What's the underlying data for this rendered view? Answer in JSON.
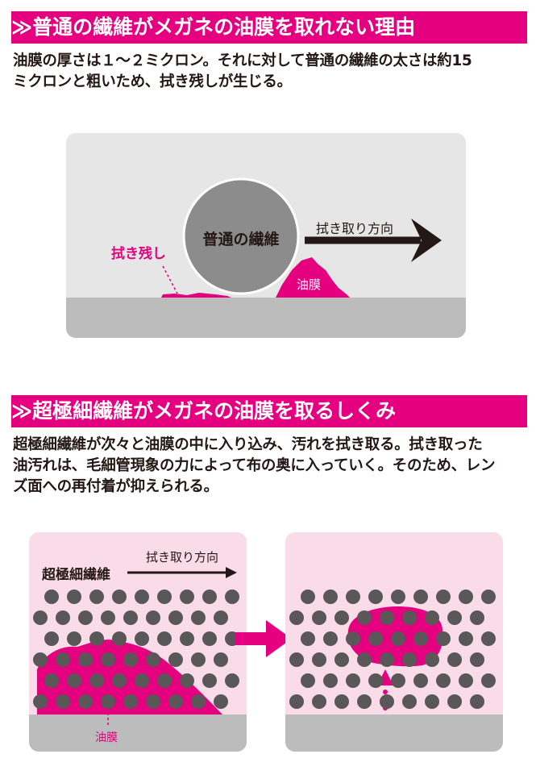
{
  "section1": {
    "heading": "≫普通の繊維がメガネの油膜を取れない理由",
    "body_line1": "油膜の厚さは１～２ミクロン。それに対して普通の繊維の太さは約15",
    "body_line2": "ミクロンと粗いため、拭き残しが生じる。",
    "diagram": {
      "fiber_label": "普通の繊維",
      "direction_label": "拭き取り方向",
      "residue_label": "拭き残し",
      "oil_label": "油膜"
    }
  },
  "section2": {
    "heading": "≫超極細繊維がメガネの油膜を取るしくみ",
    "body_line1": "超極細繊維が次々と油膜の中に入り込み、汚れを拭き取る。拭き取った",
    "body_line2": "油汚れは、毛細管現象の力によって布の奥に入っていく。そのため、レン",
    "body_line3": "ズ面への再付着が抑えられる。",
    "diagram": {
      "fiber_label": "超極細繊維",
      "direction_label": "拭き取り方向",
      "oil_label": "油膜"
    }
  },
  "colors": {
    "accent": "#e4007f",
    "panel_gray": "#e6e6e6",
    "panel_pink": "#f9dce8",
    "lens_gray": "#bcbcbc",
    "fiber_gray": "#8c8c8c",
    "dot_gray": "#595757"
  }
}
